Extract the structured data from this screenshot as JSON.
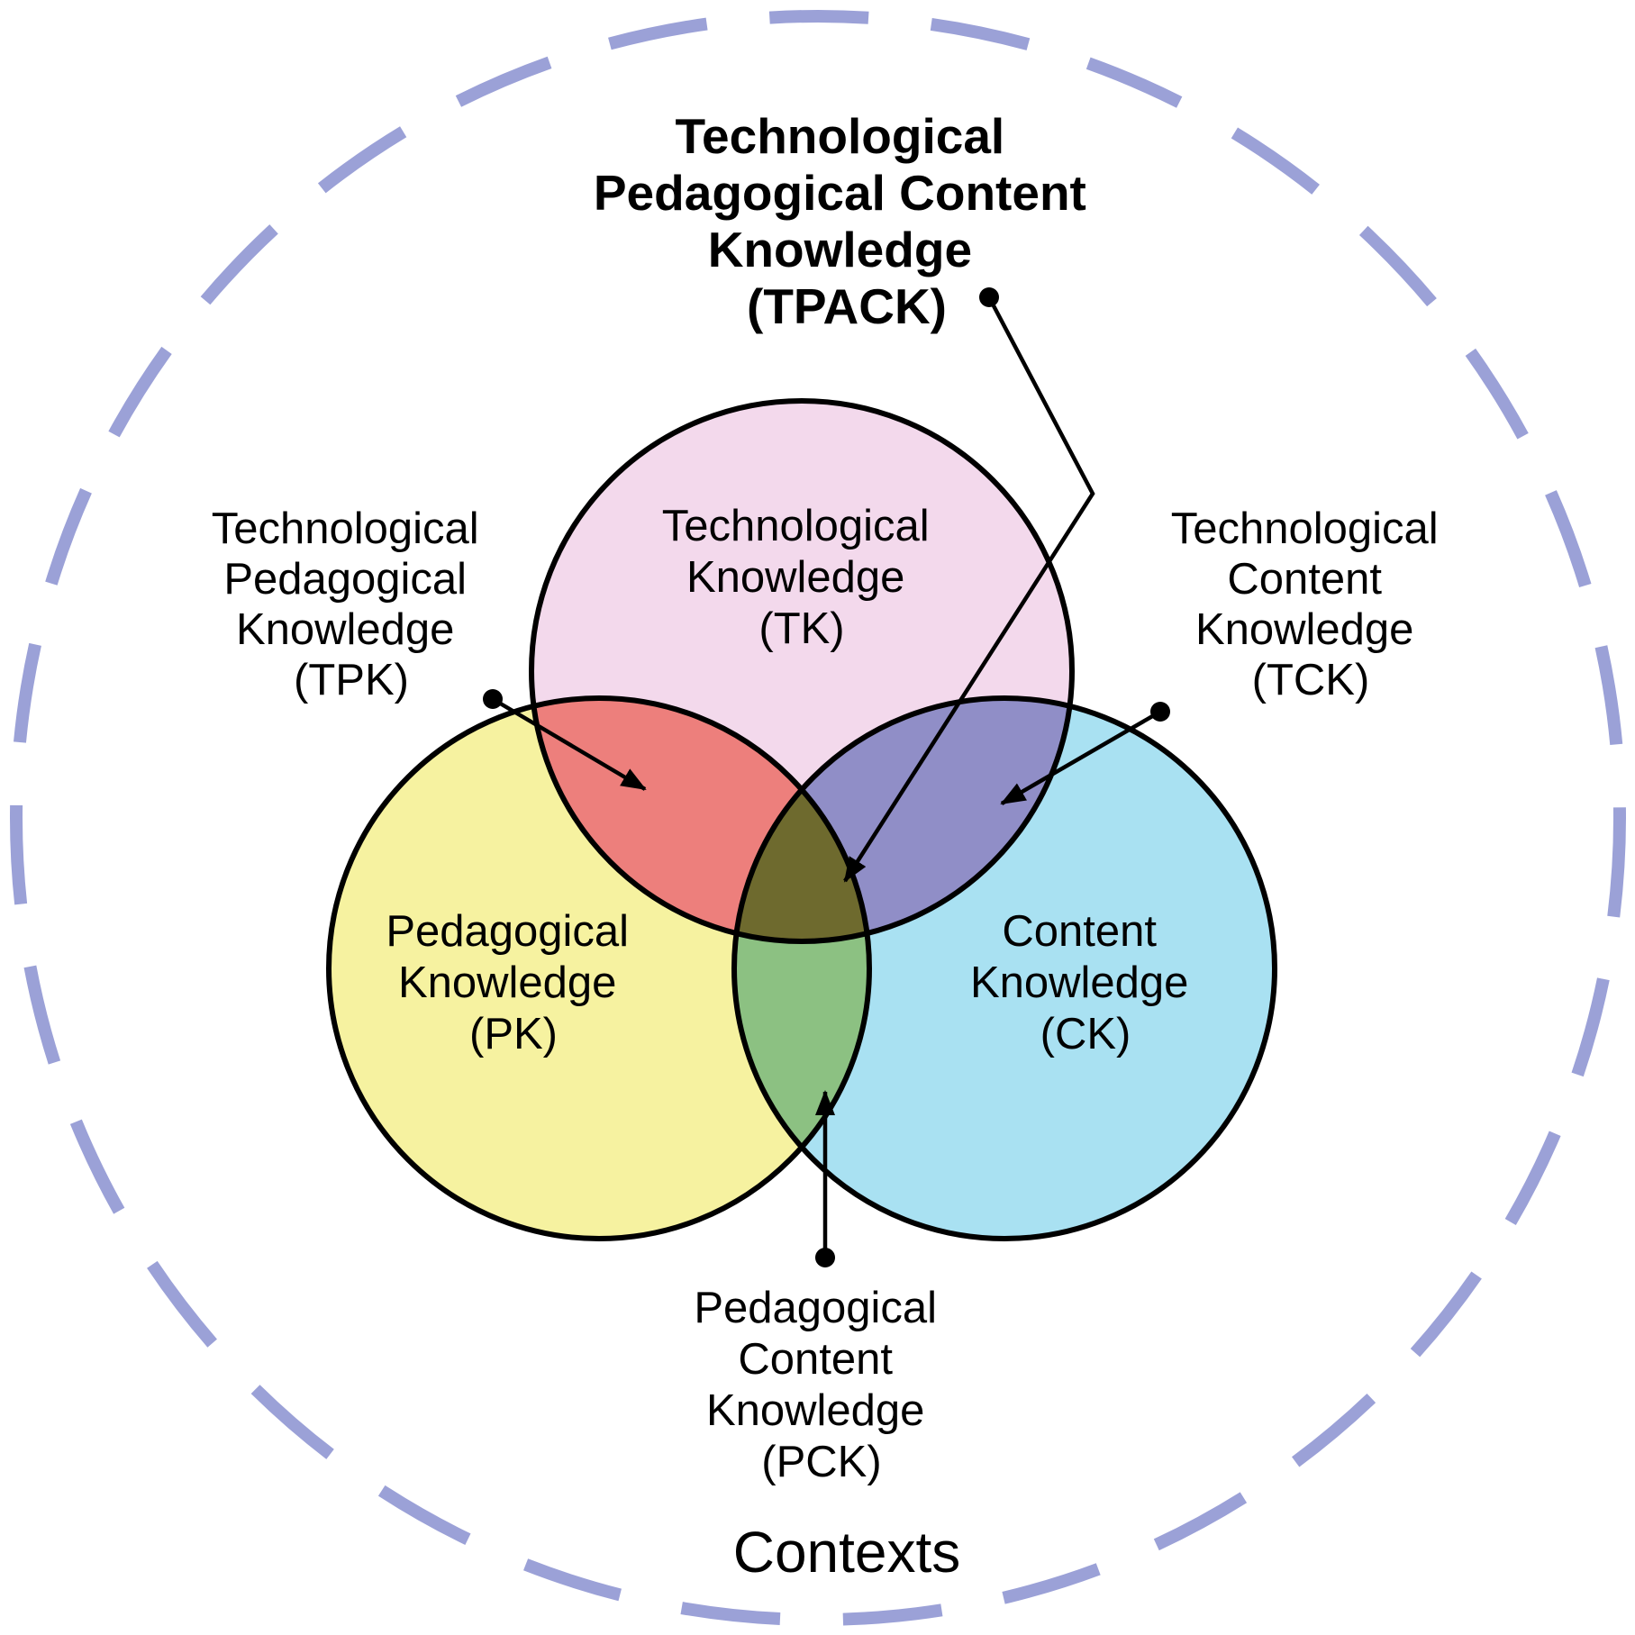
{
  "diagram": {
    "title": {
      "lines": [
        "Technological",
        "Pedagogical Content",
        "Knowledge",
        "(TPACK)"
      ]
    },
    "contexts_label": "Contexts",
    "circles": {
      "tk": {
        "label_lines": [
          "Technological",
          "Knowledge",
          "(TK)"
        ],
        "fill": "#f3d9ec"
      },
      "pk": {
        "label_lines": [
          "Pedagogical",
          "Knowledge",
          "(PK)"
        ],
        "fill": "#f6f2a0"
      },
      "ck": {
        "label_lines": [
          "Content",
          "Knowledge",
          "(CK)"
        ],
        "fill": "#a9e1f2"
      }
    },
    "overlaps": {
      "tpk": {
        "label_lines": [
          "Technological",
          "Pedagogical",
          "Knowledge",
          "(TPK)"
        ],
        "fill": "#ed7f7c"
      },
      "tck": {
        "label_lines": [
          "Technological",
          "Content",
          "Knowledge",
          "(TCK)"
        ],
        "fill": "#908ec7"
      },
      "pck": {
        "label_lines": [
          "Pedagogical",
          "Content",
          "Knowledge",
          "(PCK)"
        ],
        "fill": "#8cc182"
      },
      "center": {
        "fill": "#6e6a2e"
      }
    },
    "colors": {
      "outline": "#000000",
      "contexts_dashed": "#9ba1d7",
      "background": "#ffffff"
    }
  }
}
